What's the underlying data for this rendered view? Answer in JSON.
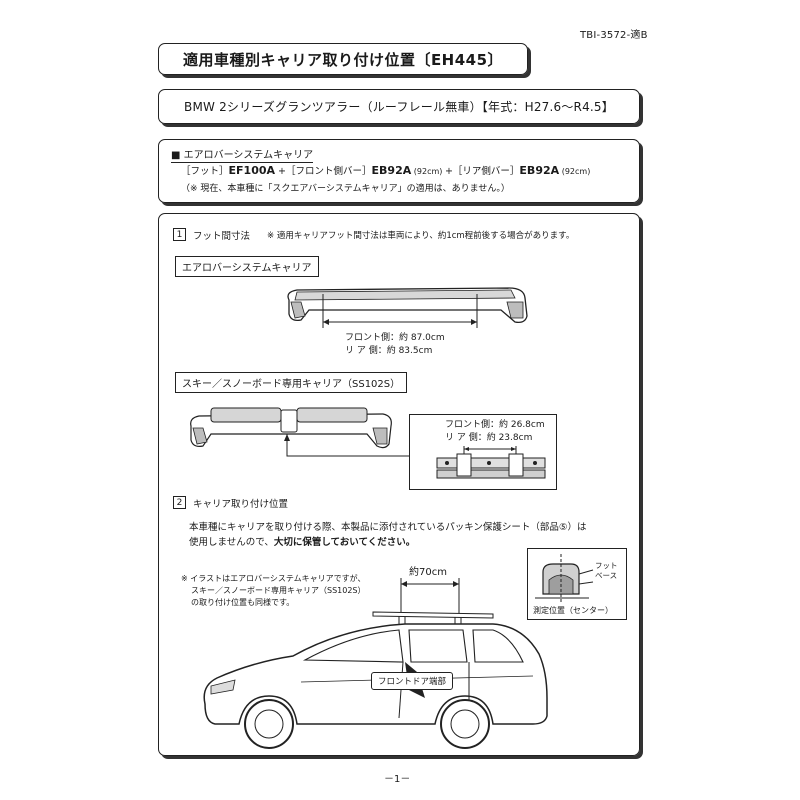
{
  "doc_code": "TBI-3572-適B",
  "title": "適用車種別キャリア取り付け位置〔EH445〕",
  "vehicle": "BMW 2シリーズグランツアラー（ルーフレール無車）【年式：H27.6～R4.5】",
  "system": {
    "heading": "■ エアロバーシステムキャリア",
    "foot_prefix": "［フット］",
    "foot_code": "EF100A",
    "front_bar_prefix": " +［フロント側バー］",
    "front_bar_code": "EB92A",
    "front_bar_size": " (92cm) ",
    "rear_bar_prefix": "+［リア側バー］",
    "rear_bar_code": "EB92A",
    "rear_bar_size": " (92cm)",
    "note": "（※ 現在、本車種に「スクエアバーシステムキャリア」の適用は、ありません。）"
  },
  "section1": {
    "number": "1",
    "title": "フット間寸法",
    "note": "※ 適用キャリアフット間寸法は車両により、約1cm程前後する場合があります。",
    "aero_label": "エアロバーシステムキャリア",
    "aero_front": "フロント側：約  87.0cm",
    "aero_rear": "リ  ア  側：約  83.5cm",
    "ski_label": "スキー／スノーボード専用キャリア（SS102S）",
    "ski_front": "フロント側：約  26.8cm",
    "ski_rear": "リ  ア  側：約  23.8cm"
  },
  "section2": {
    "number": "2",
    "title": "キャリア取り付け位置",
    "body_line1": "本車種にキャリアを取り付ける際、本製品に添付されているパッキン保護シート（部品⑤）は",
    "body_line2_a": "使用しませんので、",
    "body_line2_b": "大切に保管しておいてください。",
    "illus_note1": "※ イラストはエアロバーシステムキャリアですが、",
    "illus_note2": "スキー／スノーボード専用キャリア（SS102S）",
    "illus_note3": "の取り付け位置も同様です。",
    "spacing": "約70cm",
    "foot_label_1": "フット",
    "foot_label_2": "ベース",
    "measure_pos": "測定位置（センター）",
    "door_label": "フロントドア端部"
  },
  "page_number": "－1－",
  "colors": {
    "ink": "#1a1a1a",
    "paper": "#ffffff",
    "shade": "#bdbdbd"
  }
}
